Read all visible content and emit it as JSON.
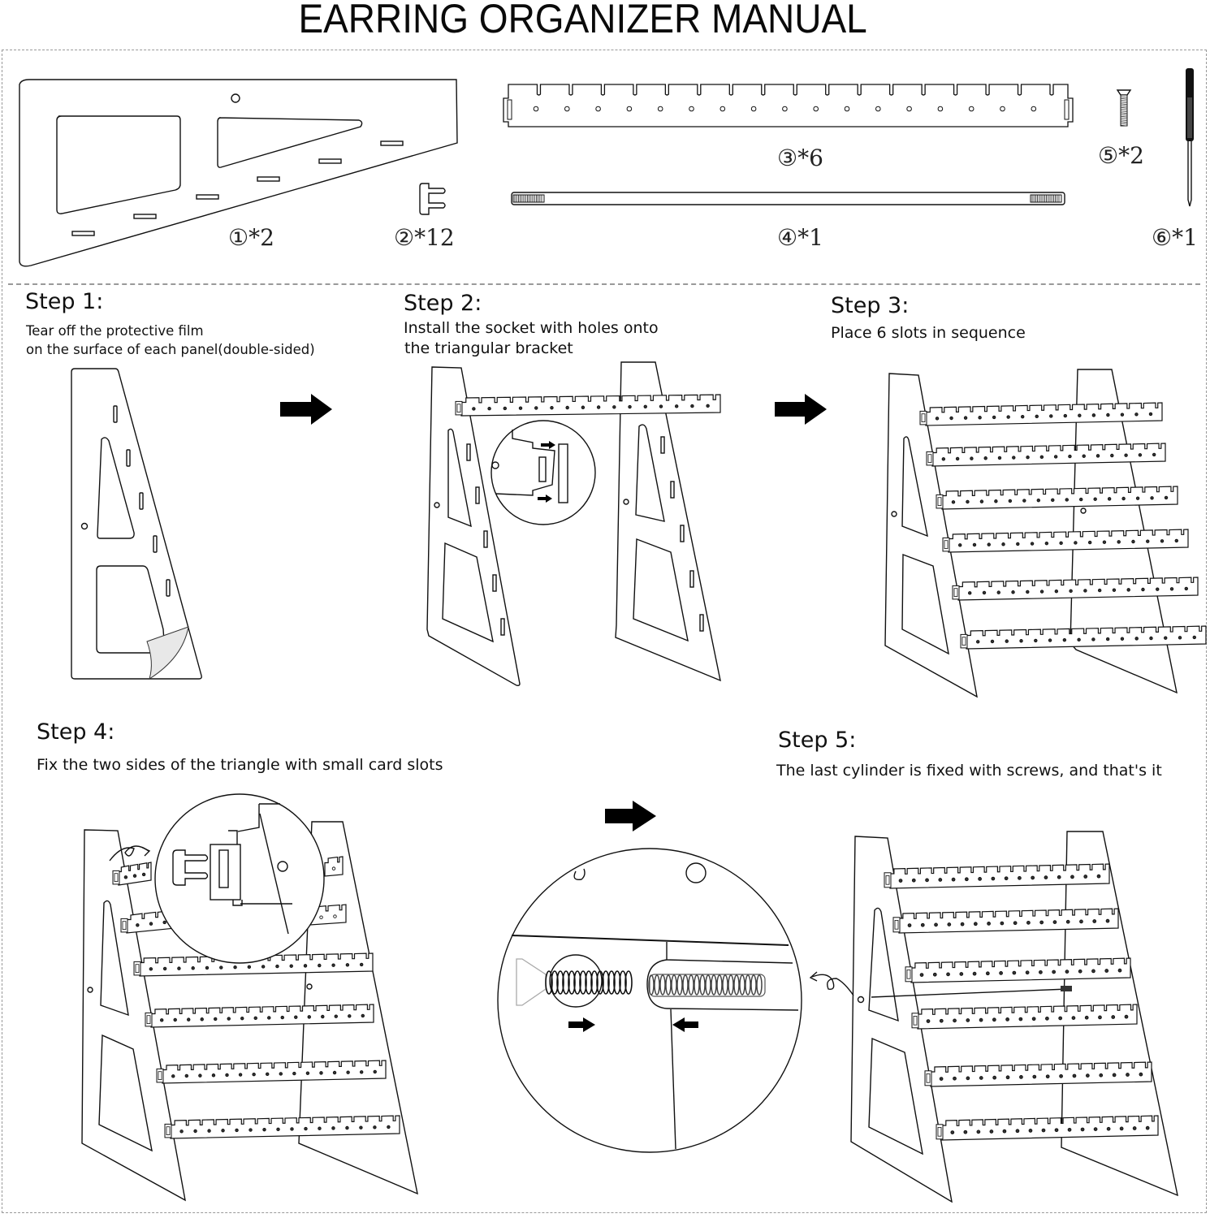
{
  "title": "EARRING  ORGANIZER MANUAL",
  "parts": [
    {
      "number": "①",
      "label": "①*2",
      "quantity": 2,
      "name": "triangular-side-panel"
    },
    {
      "number": "②",
      "label": "②*12",
      "quantity": 12,
      "name": "card-clip"
    },
    {
      "number": "③",
      "label": "③*6",
      "quantity": 6,
      "name": "earring-slot-bar"
    },
    {
      "number": "④",
      "label": "④*1",
      "quantity": 1,
      "name": "threaded-cylinder"
    },
    {
      "number": "⑤",
      "label": "⑤*2",
      "quantity": 2,
      "name": "screw"
    },
    {
      "number": "⑥",
      "label": "⑥*1",
      "quantity": 1,
      "name": "screwdriver"
    }
  ],
  "steps": [
    {
      "title": "Step 1:",
      "lines": [
        "Tear off the protective film",
        "on the surface of each panel(double-sided)"
      ]
    },
    {
      "title": "Step 2:",
      "lines": [
        "Install the socket with holes onto",
        "the triangular bracket"
      ]
    },
    {
      "title": "Step 3:",
      "lines": [
        "Place 6 slots in sequence"
      ]
    },
    {
      "title": "Step 4:",
      "lines": [
        "Fix the two sides of the triangle with small card slots"
      ]
    },
    {
      "title": "Step 5:",
      "lines": [
        "The last cylinder is fixed with screws, and that's it"
      ]
    }
  ],
  "icons": {
    "next_arrow": "right-arrow-icon",
    "curved_arrow": "curved-arrow-icon",
    "zoom_circle": "magnifier-detail"
  }
}
